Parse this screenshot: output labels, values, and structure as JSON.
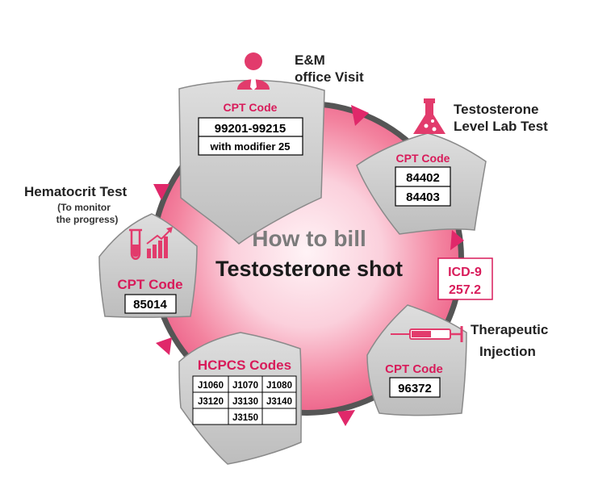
{
  "center": {
    "line1": "How to bill",
    "line2": "Testosterone shot"
  },
  "steps": {
    "em": {
      "title_line1": "E&M",
      "title_line2": "office Visit",
      "code_label": "CPT Code",
      "codes": [
        "99201-99215",
        "with modifier 25"
      ]
    },
    "lab": {
      "title_line1": "Testosterone",
      "title_line2": "Level Lab Test",
      "code_label": "CPT Code",
      "codes": [
        "84402",
        "84403"
      ]
    },
    "icd": {
      "codes": [
        "ICD-9",
        "257.2"
      ]
    },
    "injection": {
      "title_line1": "Therapeutic",
      "title_line2": "Injection",
      "code_label": "CPT Code",
      "codes": [
        "96372"
      ]
    },
    "hcpcs": {
      "code_label": "HCPCS Codes",
      "rows": [
        [
          "J1060",
          "J1070",
          "J1080"
        ],
        [
          "J3120",
          "J3130",
          "J3140"
        ],
        [
          "",
          "J3150",
          ""
        ]
      ]
    },
    "hematocrit": {
      "title": "Hematocrit Test",
      "note_line1": "(To monitor",
      "note_line2": "the progress)",
      "code_label": "CPT Code",
      "codes": [
        "85014"
      ]
    }
  },
  "colors": {
    "accent": "#d81b5a",
    "ring": "#4a4a4a",
    "panel": "#cccccc",
    "center_inner": "#fff0f4",
    "center_outer": "#f06f92"
  },
  "icons": [
    "person-icon",
    "flask-icon",
    "syringe-icon",
    "test-tube-chart-icon"
  ]
}
